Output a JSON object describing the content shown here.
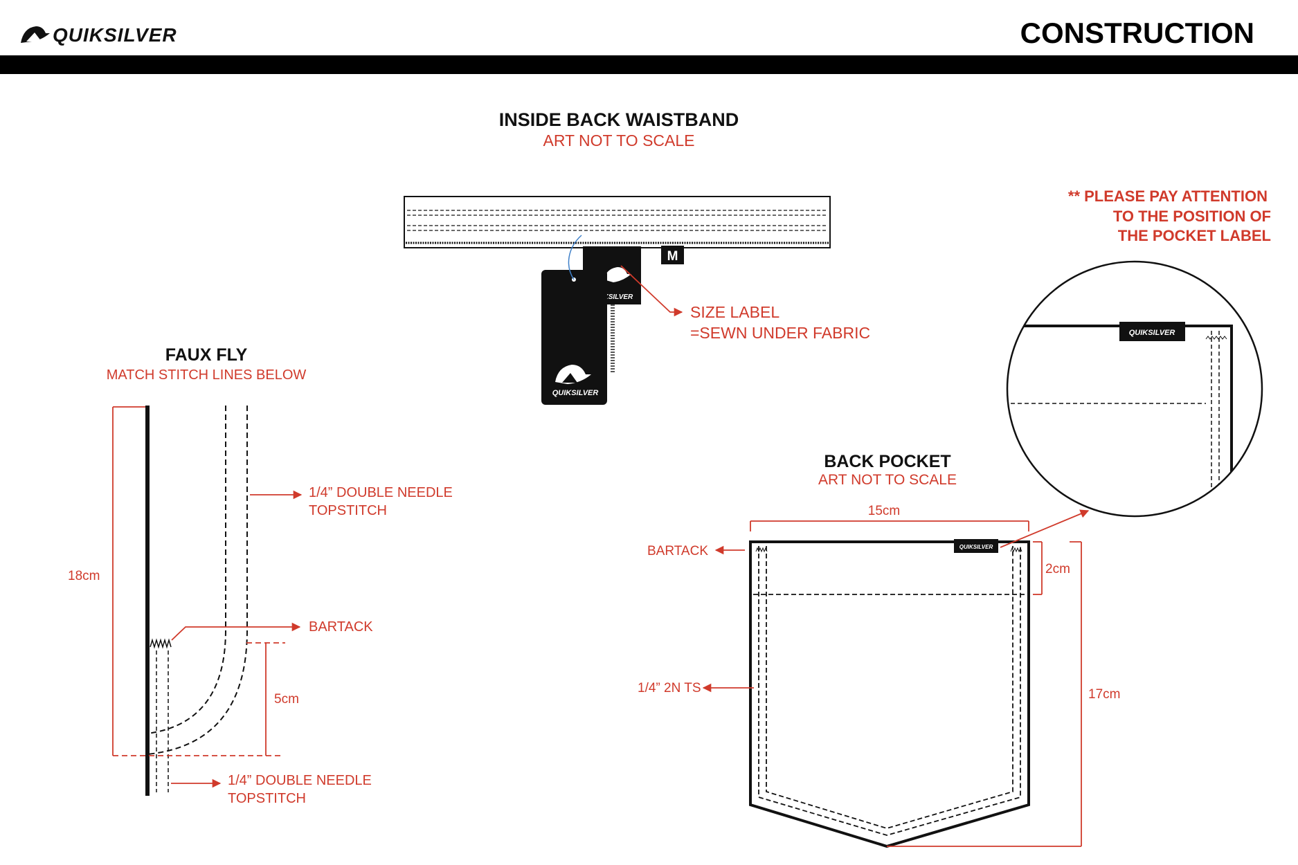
{
  "header": {
    "brand": "QUIKSILVER",
    "title": "CONSTRUCTION"
  },
  "waistband": {
    "title": "INSIDE BACK WAISTBAND",
    "subtitle": "ART NOT TO SCALE",
    "size_tag": "M",
    "size_label_note_line1": "SIZE LABEL",
    "size_label_note_line2": "=SEWN UNDER FABRIC",
    "hang_tag_brand": "QUIKSILVER",
    "size_tag_brand": "QUIKSILVER"
  },
  "attention": {
    "line1": "** PLEASE PAY ATTENTION",
    "line2": "TO THE POSITION OF",
    "line3": "THE POCKET LABEL",
    "label_brand": "QUIKSILVER"
  },
  "faux_fly": {
    "title": "FAUX FLY",
    "subtitle": "MATCH STITCH LINES BELOW",
    "topstitch_upper_line1": "1/4” DOUBLE NEEDLE",
    "topstitch_upper_line2": "TOPSTITCH",
    "bartack": "BARTACK",
    "height_dim": "18cm",
    "curve_dim": "5cm",
    "topstitch_lower_line1": "1/4” DOUBLE NEEDLE",
    "topstitch_lower_line2": "TOPSTITCH"
  },
  "back_pocket": {
    "title": "BACK POCKET",
    "subtitle": "ART NOT TO SCALE",
    "width_dim": "15cm",
    "bartack": "BARTACK",
    "facing_dim": "2cm",
    "topstitch": "1/4” 2N TS",
    "height_dim": "17cm",
    "label_brand": "QUIKSILVER"
  },
  "colors": {
    "accent_red": "#d03a2b",
    "ink": "#111111"
  }
}
